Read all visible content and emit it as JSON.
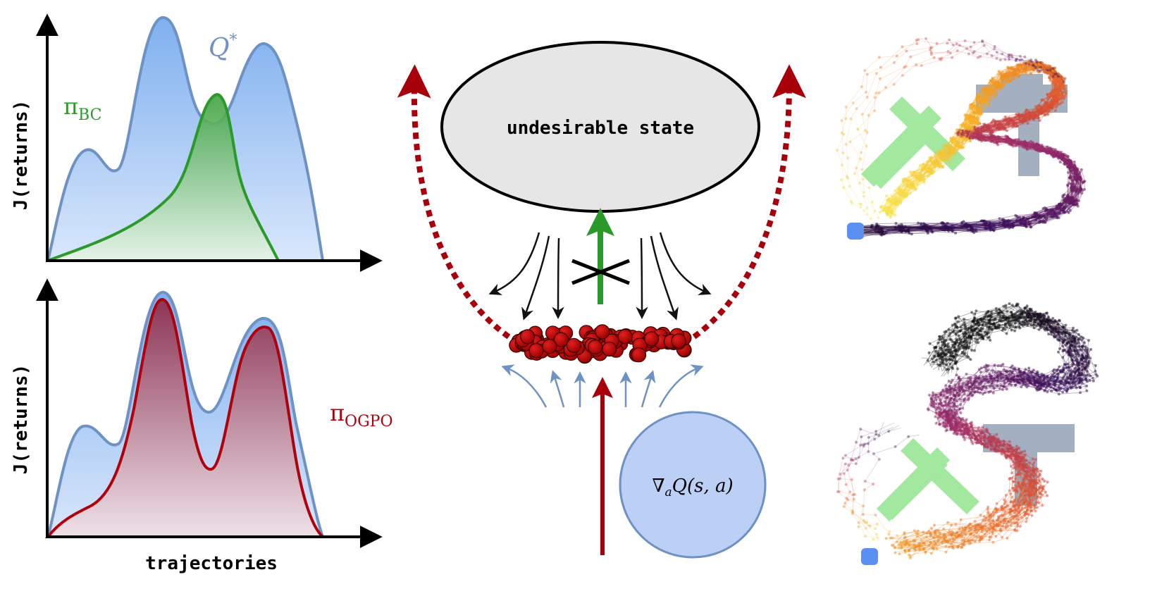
{
  "left_panels": {
    "y_label": "J(returns)",
    "x_label": "trajectories",
    "top": {
      "q_label": "Q",
      "q_label_sup": "*",
      "bc_label": "π",
      "bc_label_sub": "BC"
    },
    "bottom": {
      "ogpo_label": "π",
      "ogpo_label_sub": "OGPO"
    }
  },
  "center": {
    "undesirable_state": "undesirable state",
    "gradient_label_nabla": "∇",
    "gradient_label_sub": "a",
    "gradient_label_main": "Q(s, a)"
  },
  "colors": {
    "q_fill": "#9fc3f2",
    "q_stroke": "#6e92c4",
    "bc_green": "#2a9a2a",
    "ogpo_red": "#b0000b",
    "arrow_red": "#a8000a",
    "blob_red": "#c00000",
    "gradient_circle": "#bccff5",
    "ellipse_fill": "#e6e6e6"
  }
}
